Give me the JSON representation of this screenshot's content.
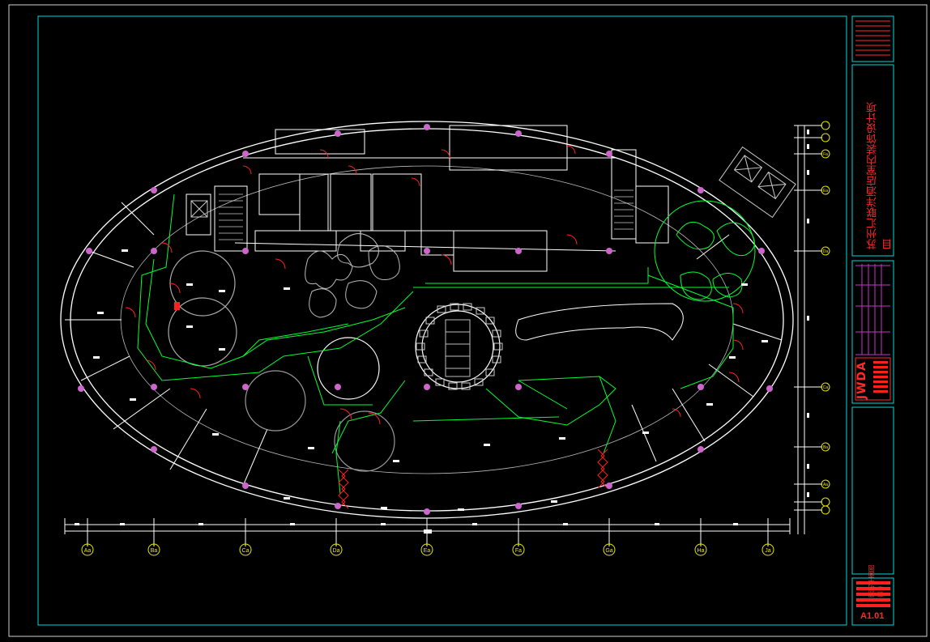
{
  "drawing": {
    "project_title": "苏州汇联洋酒店室内装饰设计项目",
    "sheet_name": "照明平面图(一)",
    "sheet_number": "A1.01",
    "company_logo_text": "JWDA"
  },
  "grid_axes": {
    "columns": [
      "Aa",
      "Ba",
      "Ca",
      "Da",
      "Ea",
      "Fa",
      "Ga",
      "Ha",
      "Ja"
    ],
    "rows": [
      "Fa",
      "Ea",
      "Da",
      "Ca",
      "Ba",
      "Aa"
    ]
  },
  "colors": {
    "frame": "#00d8d8",
    "walls": "#ffffff",
    "lighting_circuit": "#00ff33",
    "doors": "#ff2020",
    "fixtures": "#cc66cc",
    "furniture": "#b8b8b8"
  }
}
